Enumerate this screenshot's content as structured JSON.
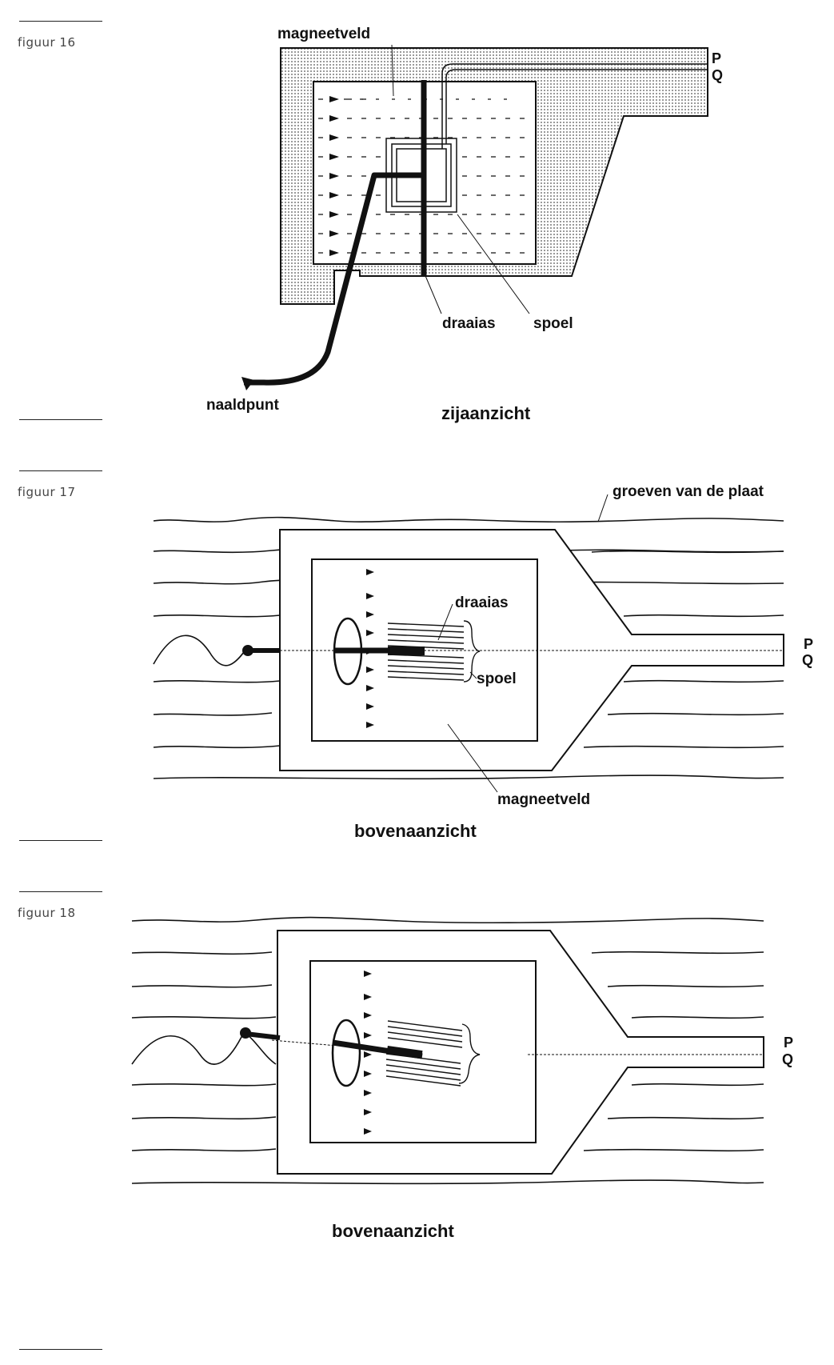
{
  "figures": [
    {
      "number_label": "figuur 16",
      "caption": "zijaanzicht",
      "labels": {
        "field": "magneetveld",
        "axis": "draaias",
        "coil": "spoel",
        "needle": "naaldpunt",
        "p": "P",
        "q": "Q"
      }
    },
    {
      "number_label": "figuur 17",
      "caption": "bovenaanzicht",
      "labels": {
        "grooves": "groeven van de plaat",
        "axis": "draaias",
        "coil": "spoel",
        "field": "magneetveld",
        "p": "P",
        "q": "Q"
      }
    },
    {
      "number_label": "figuur 18",
      "caption": "bovenaanzicht",
      "labels": {
        "p": "P",
        "q": "Q"
      }
    }
  ],
  "colors": {
    "ink": "#111111",
    "stipple": "#c9c9c9",
    "paper": "#ffffff"
  }
}
